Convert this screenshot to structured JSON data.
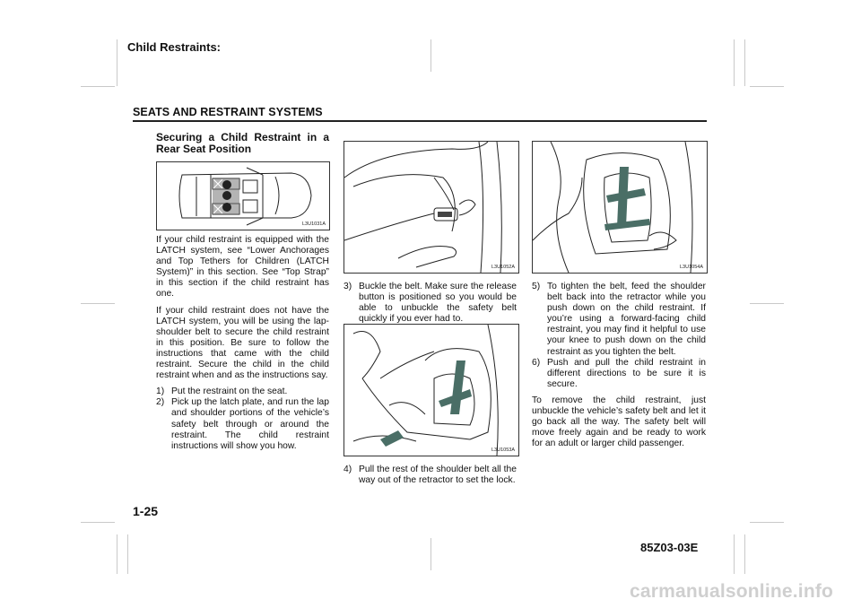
{
  "header": {
    "chapter_tab": "Child Restraints:",
    "section_title": "SEATS AND RESTRAINT SYSTEMS"
  },
  "column1": {
    "heading": "Securing a Child Restraint in a Rear Seat Position",
    "figure_code": "L3U1031A",
    "paragraph1": "If your child restraint is equipped with the LATCH system, see “Lower Anchorages and Top Tethers for Children (LATCH System)” in this section. See “Top Strap” in this section if the child restraint has one.",
    "paragraph2": "If your child restraint does not have the LATCH system, you will be using the lap-shoulder belt to secure the child restraint in this position. Be sure to follow the instructions that came with the child restraint. Secure the child in the child restraint when and as the instructions say.",
    "steps": [
      {
        "num": "1)",
        "text": "Put the restraint on the seat."
      },
      {
        "num": "2)",
        "text": "Pick up the latch plate, and run the lap and shoulder portions of the vehicle’s safety belt through or around the restraint. The child restraint instructions will show you how."
      }
    ]
  },
  "column2": {
    "figure1_code": "L3U1052A",
    "step3": {
      "num": "3)",
      "text": "Buckle the belt. Make sure the release button is positioned so you would be able to unbuckle the safety belt quickly if you ever had to."
    },
    "figure2_code": "L3U1053A",
    "step4": {
      "num": "4)",
      "text": "Pull the rest of the shoulder belt all the way out of the retractor to set the lock."
    }
  },
  "column3": {
    "figure_code": "L3U1054A",
    "steps": [
      {
        "num": "5)",
        "text": "To tighten the belt, feed the shoulder belt back into the retractor while you push down on the child restraint. If you’re using a forward-facing child restraint, you may find it helpful to use your knee to push down on the child restraint as you tighten the belt."
      },
      {
        "num": "6)",
        "text": "Push and pull the child restraint in different directions to be sure it is secure."
      }
    ],
    "paragraph": "To remove the child restraint, just unbuckle the vehicle’s safety belt and let it go back all the way. The safety belt will move freely again and be ready to work for an adult or larger child passenger."
  },
  "footer": {
    "page_number": "1-25",
    "document_id": "85Z03-03E",
    "watermark": "carmanualsonline.info"
  }
}
